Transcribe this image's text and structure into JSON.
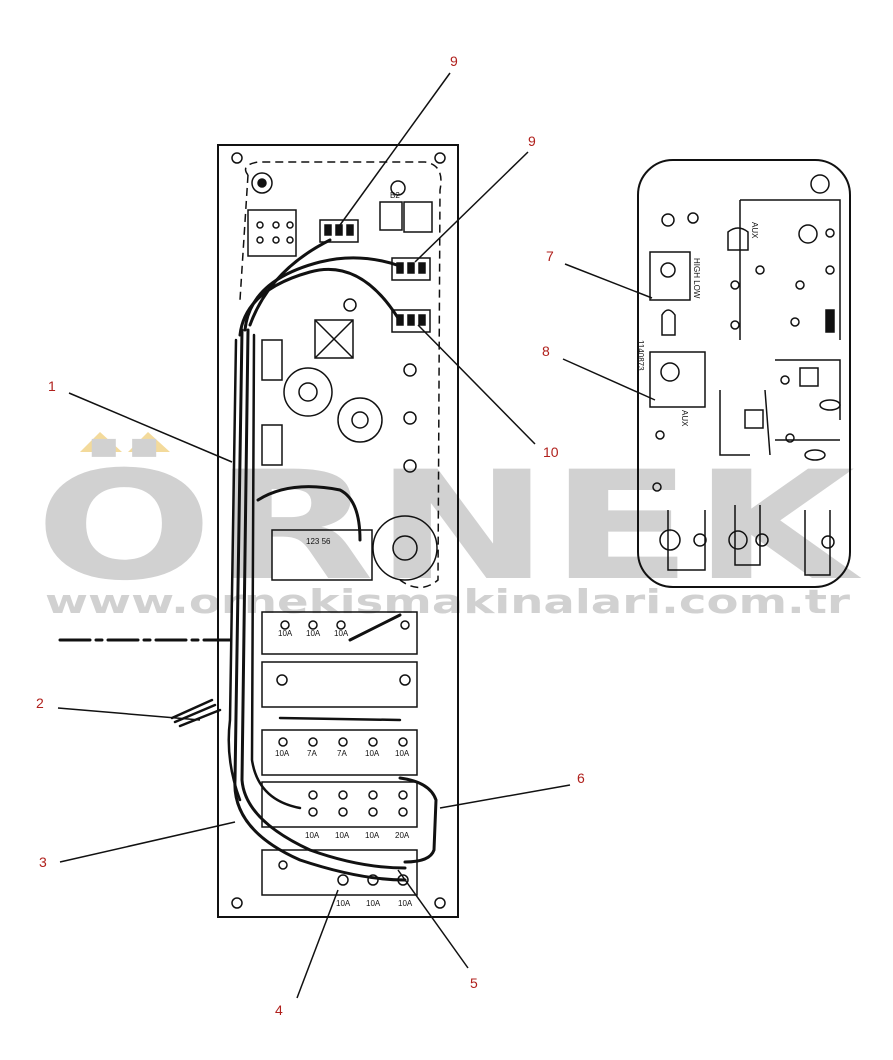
{
  "callouts": [
    {
      "id": "1",
      "text": "1"
    },
    {
      "id": "2",
      "text": "2"
    },
    {
      "id": "3",
      "text": "3"
    },
    {
      "id": "4",
      "text": "4"
    },
    {
      "id": "5",
      "text": "5"
    },
    {
      "id": "6",
      "text": "6"
    },
    {
      "id": "7",
      "text": "7"
    },
    {
      "id": "8",
      "text": "8"
    },
    {
      "id": "9a",
      "text": "9"
    },
    {
      "id": "9b",
      "text": "9"
    },
    {
      "id": "10",
      "text": "10"
    }
  ],
  "watermark": {
    "brand": "ÖRNEK",
    "url": "www.ornekismakinalari.com.tr"
  },
  "main_panel": {
    "relay_label": "B2",
    "module_label": "123 56",
    "fuses_row1": [
      "10A",
      "10A",
      "10A"
    ],
    "fuses_row2": [
      "10A",
      "7A",
      "7A",
      "10A",
      "10A"
    ],
    "fuses_row3": [
      "10A",
      "10A",
      "10A",
      "20A"
    ],
    "fuses_row4": [
      "10A",
      "10A",
      "10A"
    ]
  },
  "side_panel": {
    "aux_top": "AUX",
    "aux_bottom": "AUX",
    "switch_text": "HIGH LOW",
    "part_number": "1140873"
  },
  "colors": {
    "callout": "#b0201c",
    "ink": "#111111",
    "watermark": "#c9c9c9",
    "watermark_accent": "#f2d48a"
  }
}
